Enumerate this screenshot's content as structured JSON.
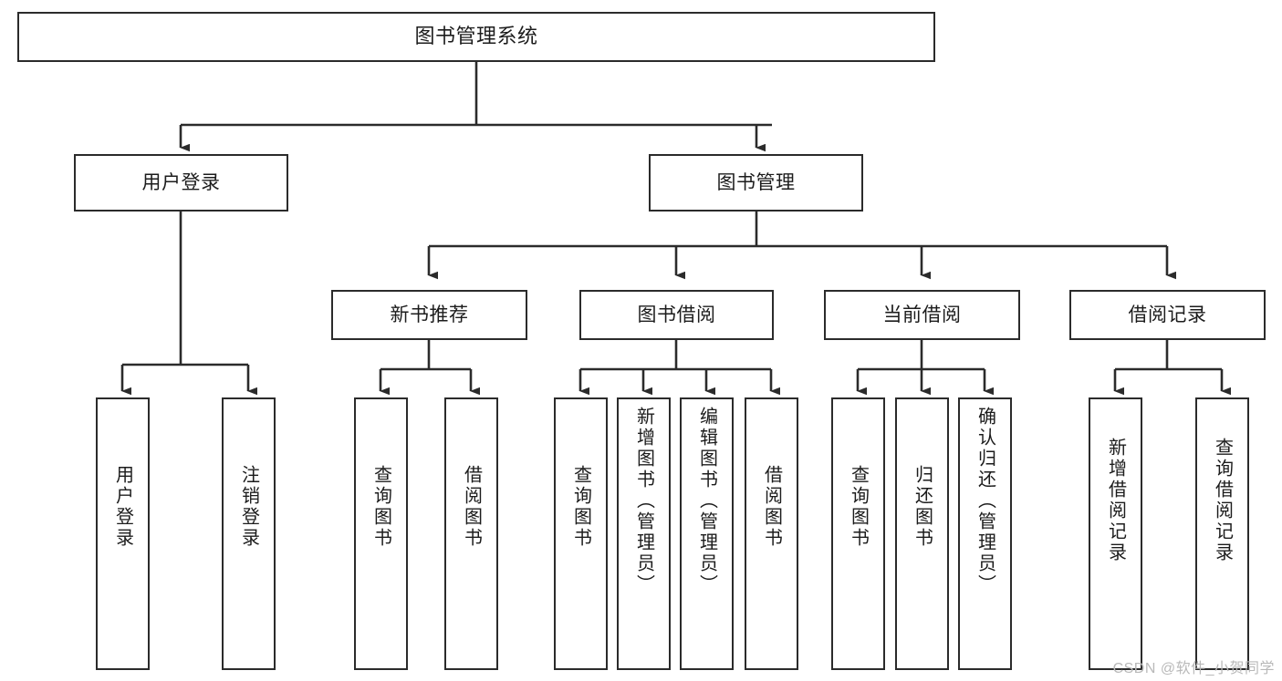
{
  "diagram": {
    "title": "图书管理系统",
    "type": "tree",
    "watermark": "CSDN @软件_小贺同学",
    "colors": {
      "box_border": "#2b2b2b",
      "box_fill": "#ffffff",
      "edge": "#2b2b2b",
      "text": "#1c1c1c",
      "watermark": "#b9b9b9",
      "background": "#ffffff"
    },
    "nodes": {
      "root": {
        "label": "图书管理系统",
        "orientation": "horizontal",
        "level": 0
      },
      "user_login": {
        "label": "用户登录",
        "orientation": "horizontal",
        "level": 1
      },
      "book_manage": {
        "label": "图书管理",
        "orientation": "horizontal",
        "level": 1
      },
      "new_book_rec": {
        "label": "新书推荐",
        "orientation": "horizontal",
        "level": 2
      },
      "book_borrow": {
        "label": "图书借阅",
        "orientation": "horizontal",
        "level": 2
      },
      "current_borrow": {
        "label": "当前借阅",
        "orientation": "horizontal",
        "level": 2
      },
      "borrow_record": {
        "label": "借阅记录",
        "orientation": "horizontal",
        "level": 2
      },
      "leaf_user_login": {
        "label": "用户登录",
        "orientation": "vertical",
        "level": 2
      },
      "leaf_logout": {
        "label": "注销登录",
        "orientation": "vertical",
        "level": 2
      },
      "leaf_query_book_1": {
        "label": "查询图书",
        "orientation": "vertical",
        "level": 3
      },
      "leaf_borrow_book_1": {
        "label": "借阅图书",
        "orientation": "vertical",
        "level": 3
      },
      "leaf_query_book_2": {
        "label": "查询图书",
        "orientation": "vertical",
        "level": 3
      },
      "leaf_add_book": {
        "label": "新增图书（管理员）",
        "orientation": "vertical",
        "level": 3
      },
      "leaf_edit_book": {
        "label": "编辑图书（管理员）",
        "orientation": "vertical",
        "level": 3
      },
      "leaf_borrow_book_2": {
        "label": "借阅图书",
        "orientation": "vertical",
        "level": 3
      },
      "leaf_query_book_3": {
        "label": "查询图书",
        "orientation": "vertical",
        "level": 3
      },
      "leaf_return_book": {
        "label": "归还图书",
        "orientation": "vertical",
        "level": 3
      },
      "leaf_confirm_return": {
        "label": "确认归还（管理员）",
        "orientation": "vertical",
        "level": 3
      },
      "leaf_add_record": {
        "label": "新增借阅记录",
        "orientation": "vertical",
        "level": 3
      },
      "leaf_query_record": {
        "label": "查询借阅记录",
        "orientation": "vertical",
        "level": 3
      }
    },
    "edges": [
      {
        "from": "root",
        "to": "user_login"
      },
      {
        "from": "root",
        "to": "book_manage"
      },
      {
        "from": "user_login",
        "to": "leaf_user_login"
      },
      {
        "from": "user_login",
        "to": "leaf_logout"
      },
      {
        "from": "book_manage",
        "to": "new_book_rec"
      },
      {
        "from": "book_manage",
        "to": "book_borrow"
      },
      {
        "from": "book_manage",
        "to": "current_borrow"
      },
      {
        "from": "book_manage",
        "to": "borrow_record"
      },
      {
        "from": "new_book_rec",
        "to": "leaf_query_book_1"
      },
      {
        "from": "new_book_rec",
        "to": "leaf_borrow_book_1"
      },
      {
        "from": "book_borrow",
        "to": "leaf_query_book_2"
      },
      {
        "from": "book_borrow",
        "to": "leaf_add_book"
      },
      {
        "from": "book_borrow",
        "to": "leaf_edit_book"
      },
      {
        "from": "book_borrow",
        "to": "leaf_borrow_book_2"
      },
      {
        "from": "current_borrow",
        "to": "leaf_query_book_3"
      },
      {
        "from": "current_borrow",
        "to": "leaf_return_book"
      },
      {
        "from": "current_borrow",
        "to": "leaf_confirm_return"
      },
      {
        "from": "borrow_record",
        "to": "leaf_add_record"
      },
      {
        "from": "borrow_record",
        "to": "leaf_query_record"
      }
    ]
  }
}
